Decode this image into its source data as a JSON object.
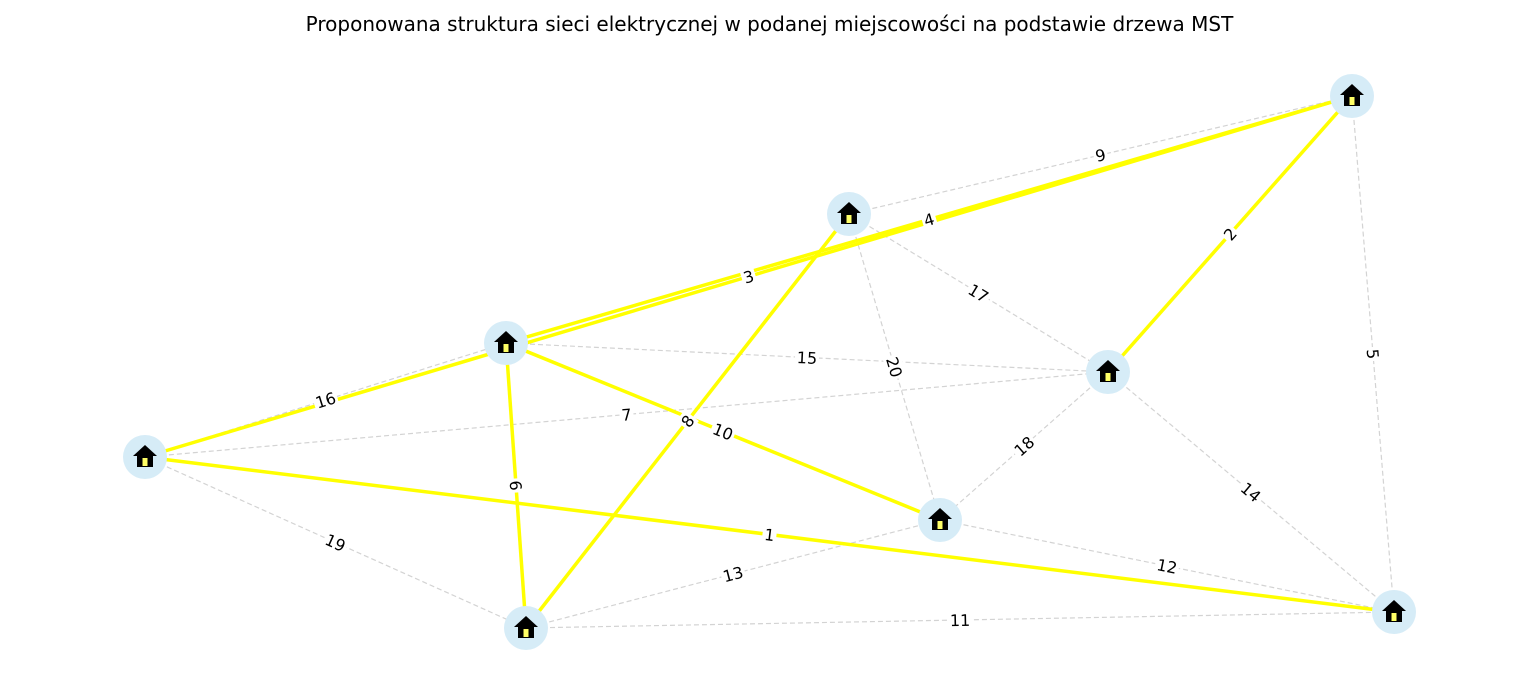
{
  "title": "Proponowana struktura sieci elektrycznej w podanej miejscowości na podstawie drzewa MST",
  "colors": {
    "mst_edge": "#ffff00",
    "other_edge": "#d3d3d3",
    "node_fill": "#d6ecf7",
    "label_bg": "#ffffff",
    "house_icon": "#000000",
    "house_window": "#ffff66"
  },
  "node_icon": "house-icon",
  "nodes": [
    {
      "id": "n1"
    },
    {
      "id": "n2"
    },
    {
      "id": "n3"
    },
    {
      "id": "n4"
    },
    {
      "id": "n5"
    },
    {
      "id": "n6"
    },
    {
      "id": "n7"
    },
    {
      "id": "n8"
    },
    {
      "id": "n9"
    }
  ],
  "edges": [
    {
      "source": "n4",
      "target": "n9",
      "weight": "1",
      "mst": true
    },
    {
      "source": "n1",
      "target": "n5",
      "weight": "2",
      "mst": true
    },
    {
      "source": "n4",
      "target": "n1",
      "weight": "3",
      "mst": true
    },
    {
      "source": "n3",
      "target": "n1",
      "weight": "4",
      "mst": true
    },
    {
      "source": "n1",
      "target": "n9",
      "weight": "5",
      "mst": false
    },
    {
      "source": "n3",
      "target": "n8",
      "weight": "6",
      "mst": true
    },
    {
      "source": "n4",
      "target": "n5",
      "weight": "7",
      "mst": false
    },
    {
      "source": "n2",
      "target": "n8",
      "weight": "8",
      "mst": true
    },
    {
      "source": "n2",
      "target": "n1",
      "weight": "9",
      "mst": false
    },
    {
      "source": "n3",
      "target": "n7",
      "weight": "10",
      "mst": true
    },
    {
      "source": "n8",
      "target": "n9",
      "weight": "11",
      "mst": false
    },
    {
      "source": "n7",
      "target": "n9",
      "weight": "12",
      "mst": false
    },
    {
      "source": "n8",
      "target": "n7",
      "weight": "13",
      "mst": false
    },
    {
      "source": "n5",
      "target": "n9",
      "weight": "14",
      "mst": false
    },
    {
      "source": "n3",
      "target": "n5",
      "weight": "15",
      "mst": false
    },
    {
      "source": "n4",
      "target": "n3",
      "weight": "16",
      "mst": false
    },
    {
      "source": "n2",
      "target": "n5",
      "weight": "17",
      "mst": false
    },
    {
      "source": "n5",
      "target": "n7",
      "weight": "18",
      "mst": false
    },
    {
      "source": "n4",
      "target": "n8",
      "weight": "19",
      "mst": false
    },
    {
      "source": "n2",
      "target": "n7",
      "weight": "20",
      "mst": false
    }
  ]
}
